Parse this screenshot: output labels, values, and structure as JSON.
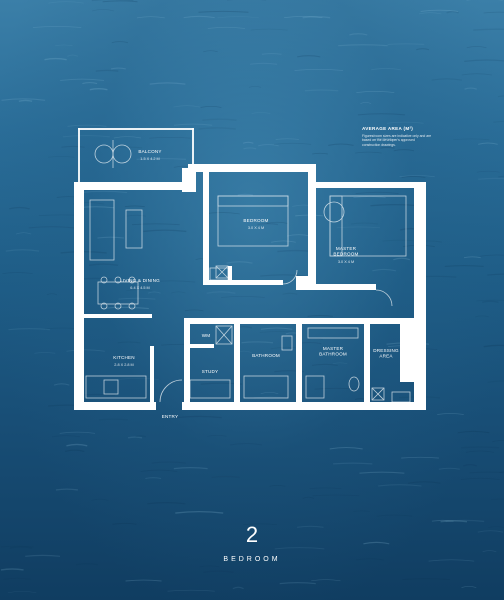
{
  "area_note": {
    "title": "AVERAGE AREA (M²)",
    "disclaimer": "Figures/room sizes are indicative only and are based on the developer's approved construction drawings."
  },
  "rooms": {
    "balcony": {
      "name": "BALCONY",
      "dims": "1.5 X 4.2 M"
    },
    "bedroom": {
      "name": "BEDROOM",
      "dims": "3.0 X 4 M"
    },
    "master_bedroom": {
      "name": "MASTER BEDROOM",
      "dims": "3.0 X 4 M"
    },
    "living_dining": {
      "name": "LIVING & DINING",
      "dims": "6.4 X 4.5 M"
    },
    "kitchen": {
      "name": "KITCHEN",
      "dims": "2.8 X 2.8 M"
    },
    "wm": {
      "name": "WM"
    },
    "study": {
      "name": "STUDY"
    },
    "bathroom": {
      "name": "BATHROOM"
    },
    "master_bathroom": {
      "name": "MASTER BATHROOM"
    },
    "dressing_area": {
      "name": "DRESSING AREA"
    },
    "entry": {
      "name": "ENTRY"
    }
  },
  "unit": {
    "number": "2",
    "type": "BEDROOM"
  },
  "colors": {
    "wall": "#ffffff",
    "sea_top": "#3b7fa8",
    "sea_bottom": "#103d61"
  }
}
